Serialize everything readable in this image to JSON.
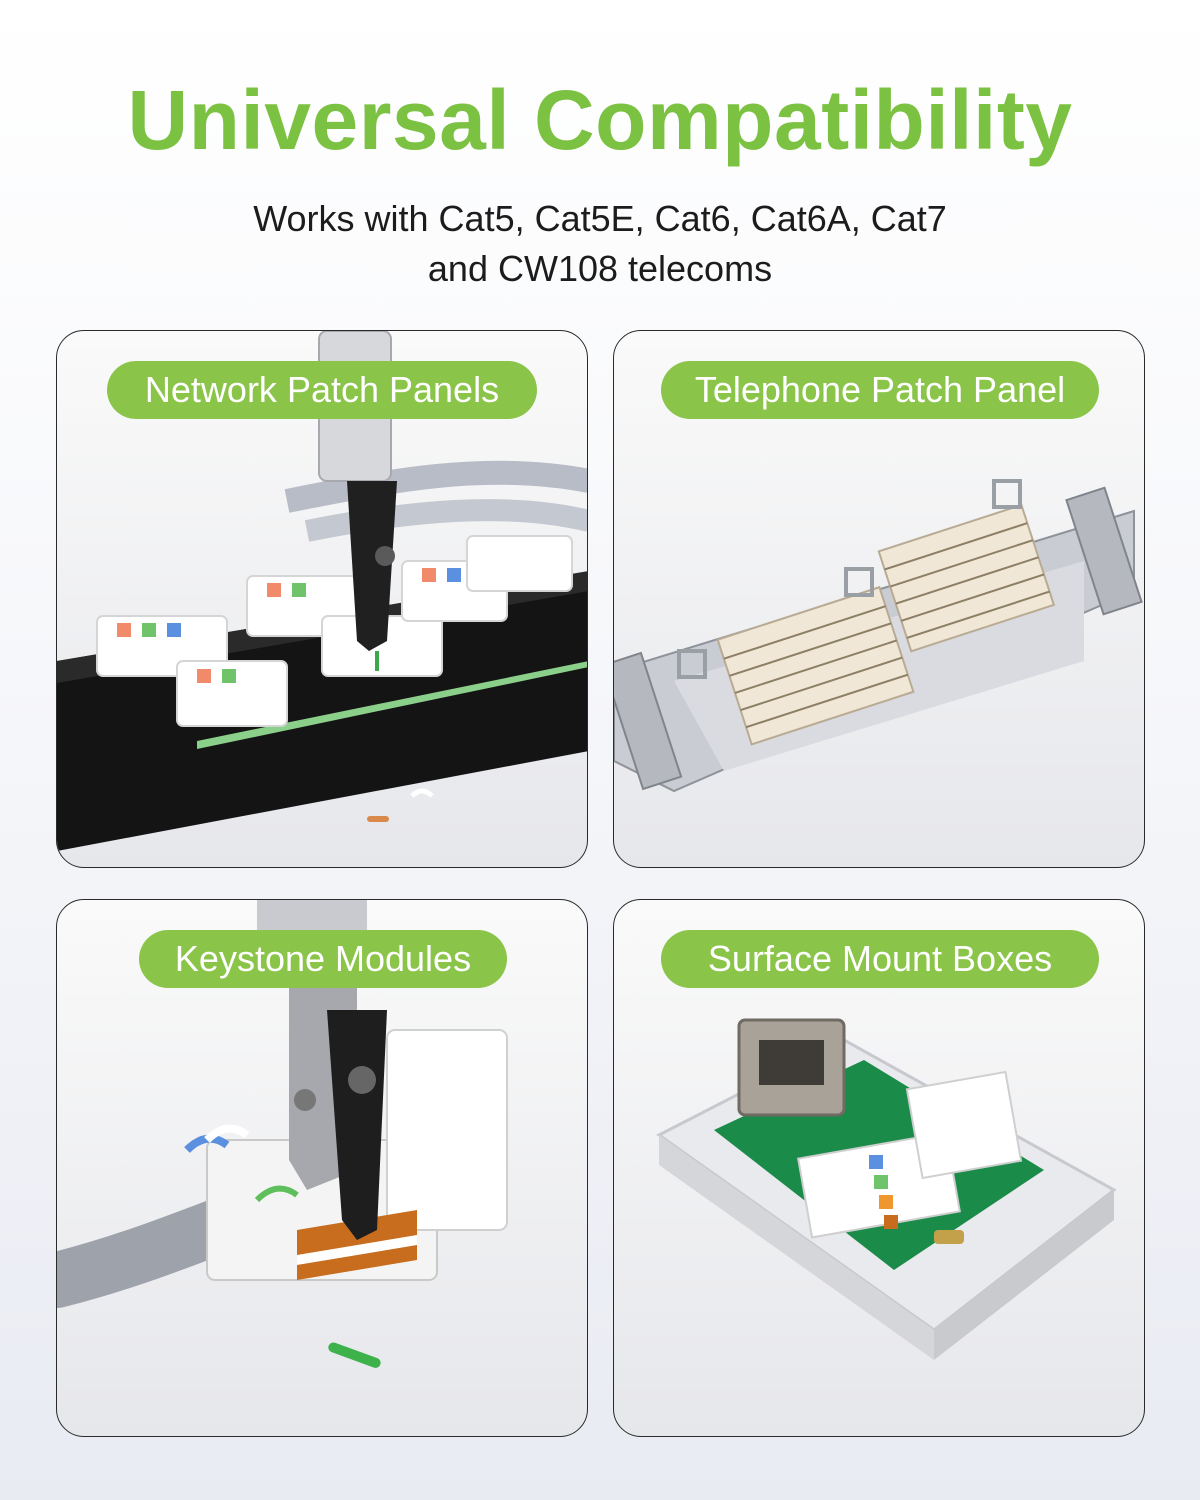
{
  "header": {
    "title": "Universal Compatibility",
    "subtitle_line1": "Works with Cat5, Cat5E, Cat6, Cat6A, Cat7",
    "subtitle_line2": "and CW108 telecoms"
  },
  "cards": [
    {
      "label": "Network Patch Panels"
    },
    {
      "label": "Telephone Patch Panel"
    },
    {
      "label": "Keystone Modules"
    },
    {
      "label": "Surface Mount Boxes"
    }
  ],
  "colors": {
    "accent_green": "#7cc242",
    "pill_green": "#8ac449",
    "text_dark": "#1c1c1c"
  }
}
